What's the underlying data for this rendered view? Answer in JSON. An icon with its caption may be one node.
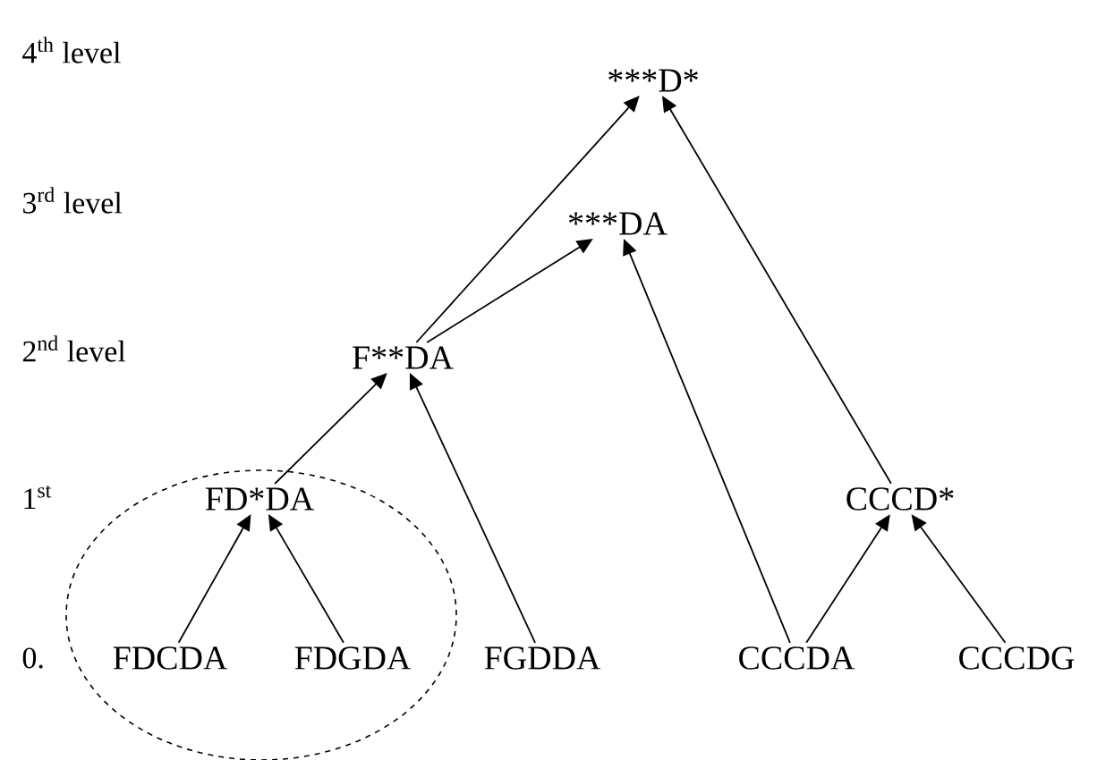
{
  "diagram": {
    "nodes": [
      {
        "text": [
          "***D*"
        ]
      },
      {
        "text": [
          "***DA"
        ]
      },
      {
        "text": [
          "F**DA"
        ]
      },
      {
        "text": [],
        "shape": "circle"
      },
      {
        "text": [
          "FD*DA"
        ],
        "in": 3
      },
      {
        "text": [
          "CCCD*"
        ]
      },
      {
        "text": [
          "FDCDA"
        ],
        "in": 3
      },
      {
        "text": [
          "FDGDA"
        ],
        "in": 3
      },
      {
        "text": [
          "FGDDA"
        ]
      },
      {
        "text": [
          "CCCDA"
        ]
      },
      {
        "text": [
          "CCCDG"
        ]
      }
    ],
    "edges": [
      {
        "from": 2,
        "to": 0,
        "arrow": "to"
      },
      {
        "from": 2,
        "to": 1,
        "arrow": "to"
      },
      {
        "from": 5,
        "to": 0,
        "arrow": "to"
      },
      {
        "from": 4,
        "to": 2,
        "arrow": "to"
      },
      {
        "from": 8,
        "to": 2,
        "arrow": "to"
      },
      {
        "from": 9,
        "to": 1,
        "arrow": "to"
      },
      {
        "from": 9,
        "to": 5,
        "arrow": "to"
      },
      {
        "from": 10,
        "to": 5,
        "arrow": "to"
      },
      {
        "from": 6,
        "to": 4,
        "arrow": "to"
      },
      {
        "from": 7,
        "to": 4,
        "arrow": "to"
      }
    ],
    "labels": [
      "4$^{th}$ level",
      "3$^{rd}$ level",
      "2$^{nd}$ level",
      "1$^{st}$",
      "0."
    ]
  }
}
